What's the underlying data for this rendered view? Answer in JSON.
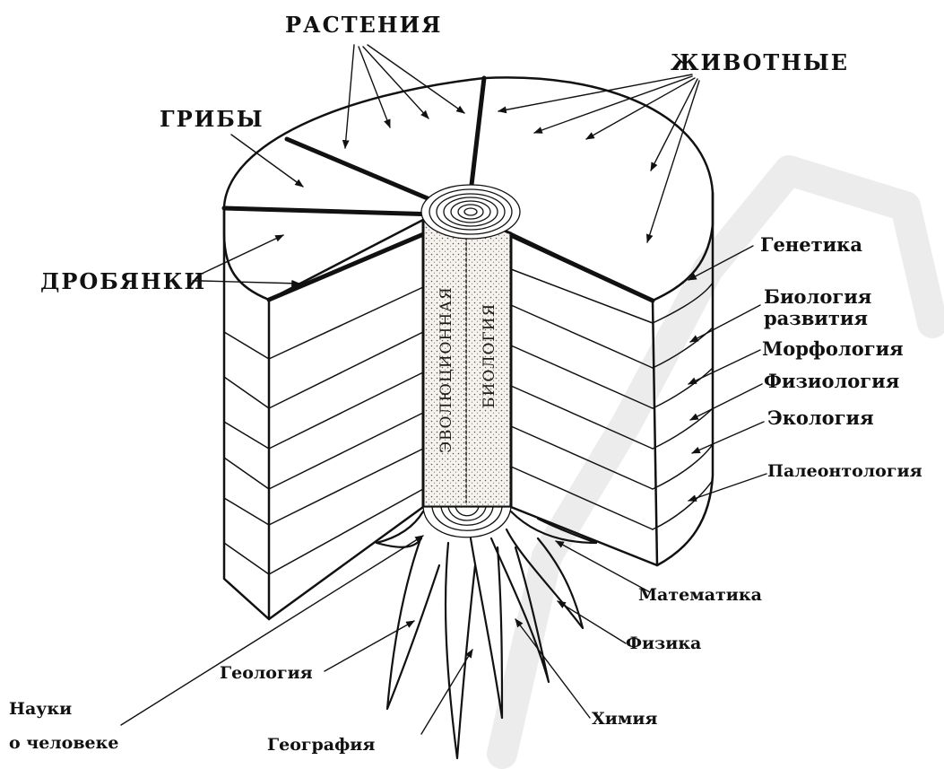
{
  "diagram": {
    "top_labels": {
      "plants": "РАСТЕНИЯ",
      "animals": "ЖИВОТНЫЕ",
      "fungi": "ГРИБЫ",
      "prokaryotes": "ДРОБЯНКИ"
    },
    "core_labels": {
      "left": "ЭВОЛЮЦИОННАЯ",
      "right": "БИОЛОГИЯ"
    },
    "layer_labels": [
      "Генетика",
      "Биология",
      "развития",
      "Морфология",
      "Физиология",
      "Экология",
      "Палеонтология"
    ],
    "root_labels": {
      "math": "Математика",
      "physics": "Физика",
      "chemistry": "Химия",
      "geography": "География",
      "geology": "Геология",
      "human_sciences_line1": "Науки",
      "human_sciences_line2": "о человеке"
    }
  },
  "colors": {
    "ink": "#111111",
    "background": "#ffffff",
    "core_fill": "#f3f0ea",
    "watermark": "#e6e6e6"
  }
}
